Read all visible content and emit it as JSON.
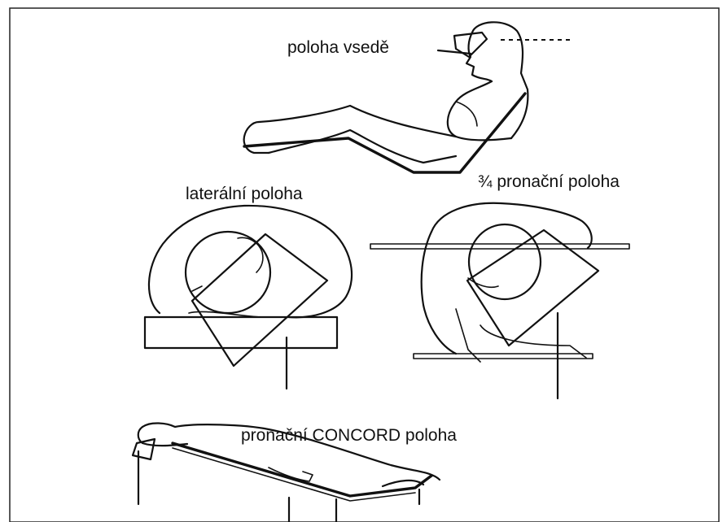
{
  "labels": {
    "sitting": "poloha vsedě",
    "lateral": "laterální poloha",
    "three_quarter_prone": "¾ pronační poloha",
    "prone_concord": "pronační  CONCORD  poloha"
  }
}
